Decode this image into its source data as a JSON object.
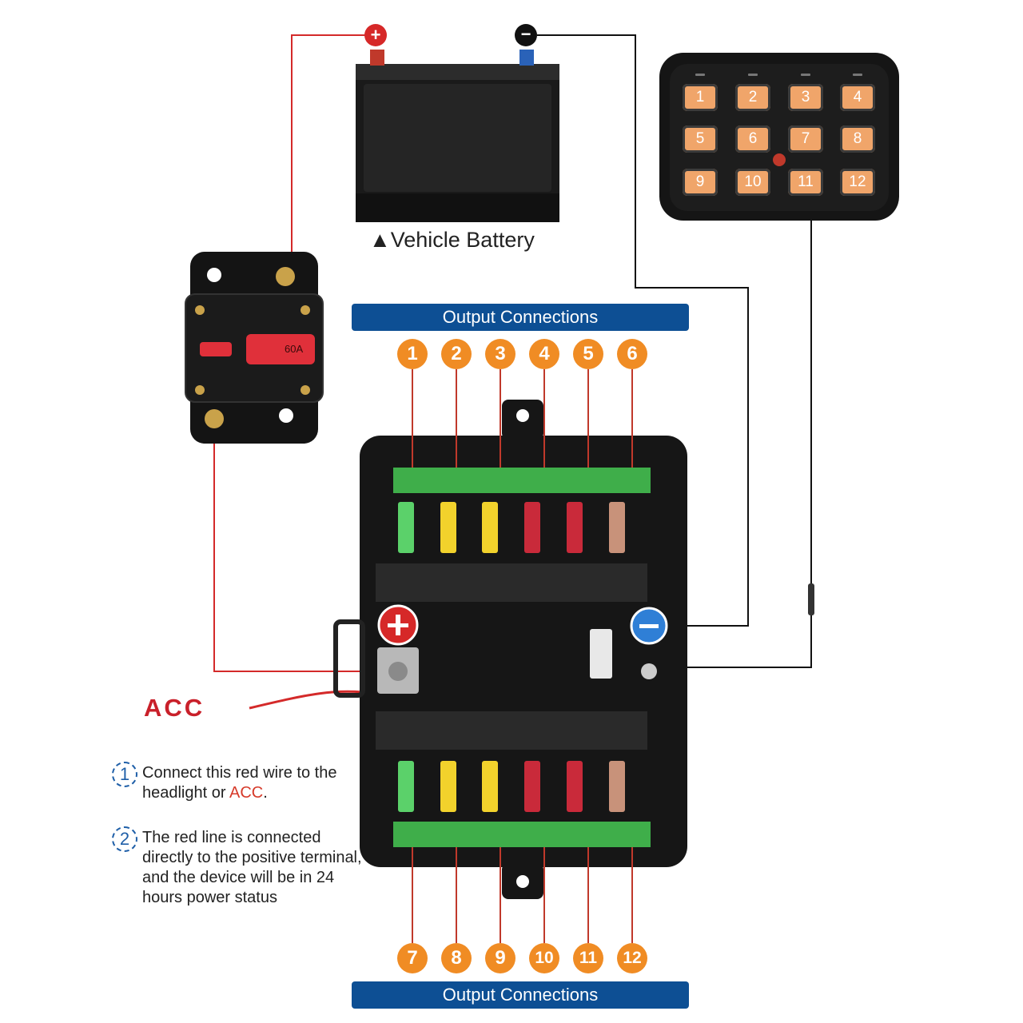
{
  "battery": {
    "caption": "▲Vehicle Battery",
    "positive_symbol": "+",
    "negative_symbol": "−"
  },
  "breaker": {
    "rating": "60A"
  },
  "output_banner_top": "Output Connections",
  "output_banner_bottom": "Output Connections",
  "outputs_top": [
    "1",
    "2",
    "3",
    "4",
    "5",
    "6"
  ],
  "outputs_bottom": [
    "7",
    "8",
    "9",
    "10",
    "11",
    "12"
  ],
  "switch_panel": {
    "buttons": [
      "1",
      "2",
      "3",
      "4",
      "5",
      "6",
      "7",
      "8",
      "9",
      "10",
      "11",
      "12"
    ]
  },
  "acc_label": "ACC",
  "notes": [
    {
      "num": "1",
      "text_a": "Connect this red wire to the headlight or ",
      "highlight": "ACC",
      "text_b": "."
    },
    {
      "num": "2",
      "text_a": "The red line is connected directly to the positive terminal, and the device will be in 24 hours power status",
      "highlight": "",
      "text_b": ""
    }
  ],
  "colors": {
    "banner": "#0d4f94",
    "badge": "#f08c24",
    "wire_red": "#d42a2a",
    "wire_black": "#111111",
    "acc": "#c9202a"
  }
}
